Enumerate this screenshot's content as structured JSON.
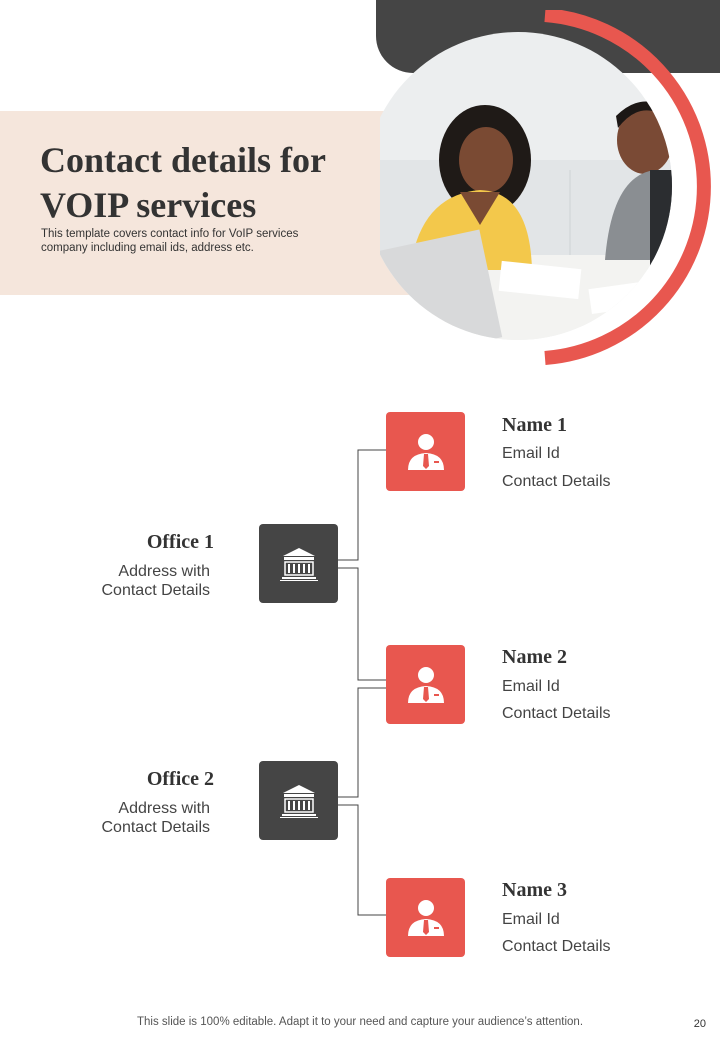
{
  "header": {
    "title": "Contact details for VOIP services",
    "subtitle": "This template covers contact info for VoIP services company including email ids, address etc."
  },
  "offices": [
    {
      "name": "Office 1",
      "address": "Address with\nContact Details",
      "icon": "bank-building-icon"
    },
    {
      "name": "Office 2",
      "address": "Address with\nContact Details",
      "icon": "bank-building-icon"
    }
  ],
  "contacts": [
    {
      "name": "Name 1",
      "email": "Email Id",
      "details": "Contact Details",
      "icon": "businessman-icon"
    },
    {
      "name": "Name 2",
      "email": "Email Id",
      "details": "Contact Details",
      "icon": "businessman-icon"
    },
    {
      "name": "Name 3",
      "email": "Email Id",
      "details": "Contact Details",
      "icon": "businessman-icon"
    }
  ],
  "footer": {
    "note": "This slide is 100% editable. Adapt it to your need and capture your audience’s attention.",
    "page": "20"
  },
  "colors": {
    "accent": "#e8574f",
    "dark": "#454545",
    "band": "#f5e6dc"
  }
}
